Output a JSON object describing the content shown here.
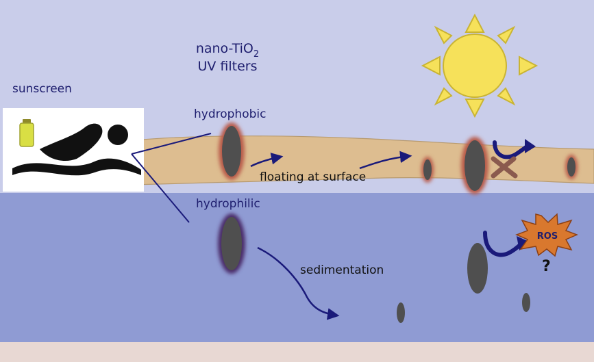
{
  "labels": {
    "sunscreen": "sunscreen",
    "filters_line1_prefix": "nano-TiO",
    "filters_line1_subscript": "2",
    "filters_line2": "UV filters",
    "hydrophobic": "hydrophobic",
    "hydrophilic": "hydrophilic",
    "floating": "floating at surface",
    "sedimentation": "sedimentation",
    "ros": "ROS",
    "question": "?"
  },
  "icons": {
    "sun": "sun-icon",
    "swimmer": "swimmer-icon",
    "bottle": "sunscreen-bottle-icon",
    "blocked": "blocked-x-icon",
    "ros_burst": "ros-burst-icon"
  },
  "colors": {
    "air": "#c9cdea",
    "water": "#8f9bd3",
    "surface_film": "#ddbd90",
    "seabed": "#e8d8d3",
    "label_text": "#1e1e6e",
    "particle": "#4f4f4f",
    "hydrophobic_halo": "#b85a4a",
    "hydrophilic_halo": "#4a2a68",
    "arrow": "#1a1a7a",
    "sun_fill": "#f6e15a",
    "sun_stroke": "#c9b433",
    "ros_fill": "#d9782e",
    "blocked_x": "#8a5a4e"
  }
}
